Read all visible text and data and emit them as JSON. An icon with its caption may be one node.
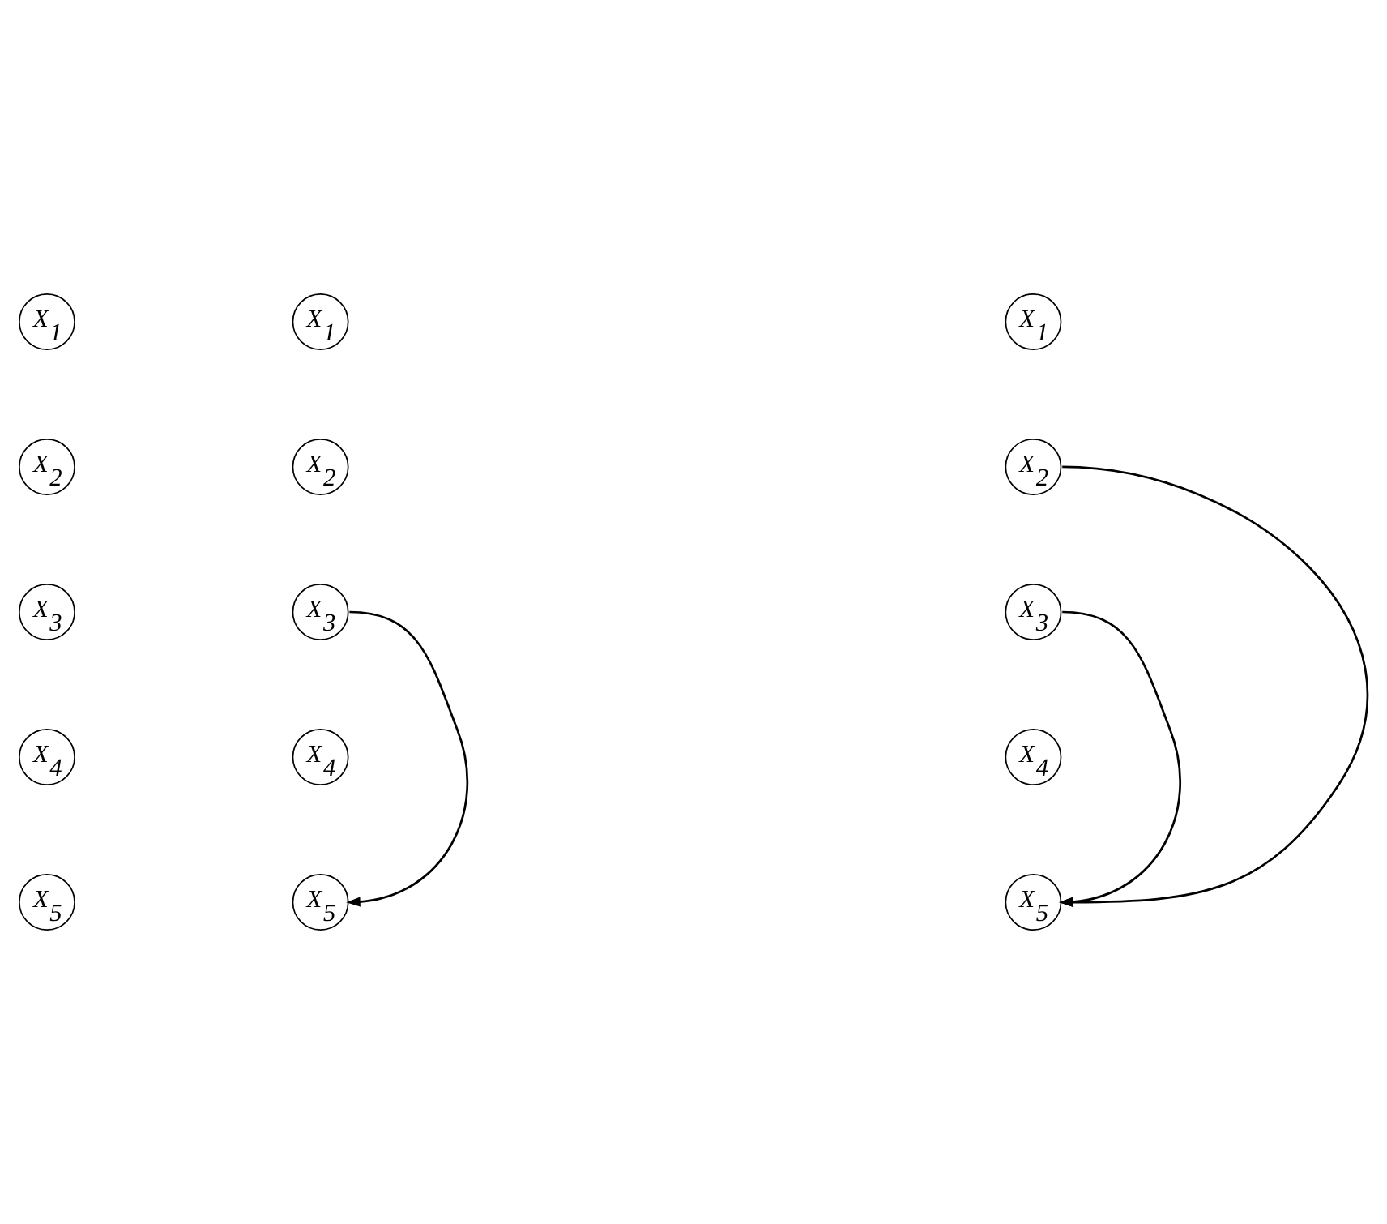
{
  "diagram": {
    "nodes": [
      {
        "text": [
          "X$_{1}$"
        ]
      },
      {
        "text": [
          "X$_{2}$"
        ]
      },
      {
        "text": [
          "X$_{3}$"
        ]
      },
      {
        "text": [
          "X$_{4}$"
        ]
      },
      {
        "text": [
          "X$_{5}$"
        ]
      },
      {
        "text": [
          "X$_{1}$"
        ]
      },
      {
        "text": [
          "X$_{2}$"
        ]
      },
      {
        "text": [
          "X$_{3}$"
        ]
      },
      {
        "text": [
          "X$_{4}$"
        ]
      },
      {
        "text": [
          "X$_{5}$"
        ]
      },
      {
        "text": [
          "X$_{1}$"
        ]
      },
      {
        "text": [
          "X$_{2}$"
        ]
      },
      {
        "text": [
          "X$_{3}$"
        ]
      },
      {
        "text": [
          "X$_{4}$"
        ]
      },
      {
        "text": [
          "X$_{5}$"
        ]
      }
    ],
    "edges": [
      {
        "from": 7,
        "to": 9,
        "arrow": "to"
      },
      {
        "from": 11,
        "to": 14,
        "arrow": "to"
      },
      {
        "from": 12,
        "to": 14,
        "arrow": "to"
      }
    ]
  }
}
